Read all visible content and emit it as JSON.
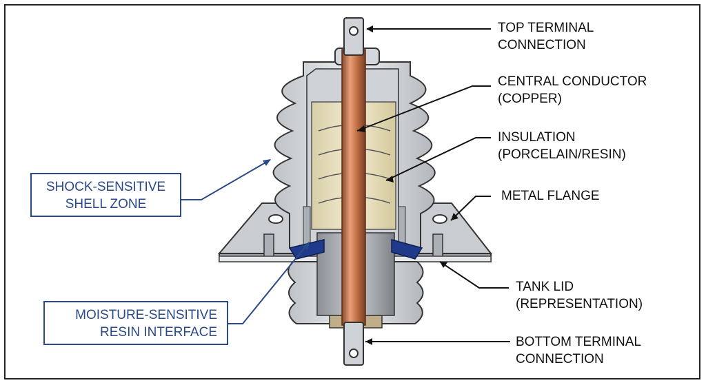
{
  "labels": {
    "top_terminal": [
      "TOP TERMINAL",
      "CONNECTION"
    ],
    "central_conductor": [
      "CENTRAL CONDUCTOR",
      "(COPPER)"
    ],
    "insulation": [
      "INSULATION",
      "(PORCELAIN/RESIN)"
    ],
    "metal_flange": [
      "METAL FLANGE"
    ],
    "tank_lid": [
      "TANK LID",
      "(REPRESENTATION)"
    ],
    "bottom_terminal": [
      "BOTTOM TERMINAL",
      "CONNECTION"
    ]
  },
  "callouts": {
    "shock_zone": [
      "SHOCK-SENSITIVE",
      "SHELL ZONE"
    ],
    "moisture_interface": [
      "MOISTURE-SENSITIVE",
      "RESIN INTERFACE"
    ]
  },
  "colors": {
    "copper": "#c8764a",
    "porcelain": "#d9dcdf",
    "resin": "#ece4c4",
    "callout_blue": "#2b4a8a",
    "seal_blue": "#1f3a8a",
    "metal": "#b8bcc2"
  }
}
